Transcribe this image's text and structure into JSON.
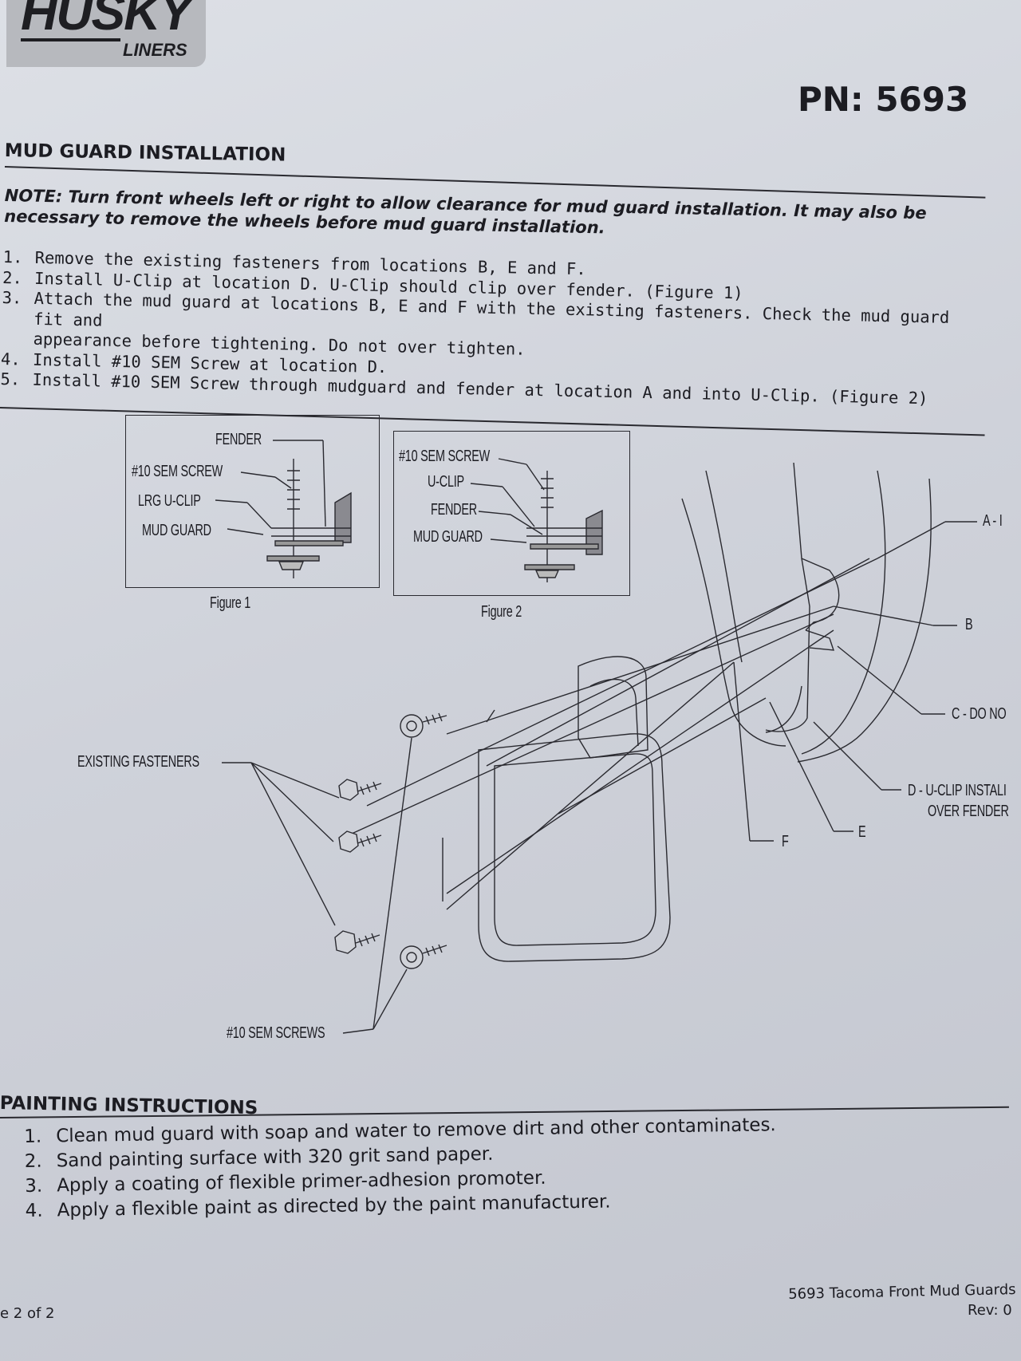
{
  "logo": {
    "main": "HUSKY",
    "sub": "LINERS"
  },
  "pn": "PN: 5693",
  "installation": {
    "title": "MUD GUARD INSTALLATION",
    "note_line1": "NOTE:  Turn front wheels left or right to allow clearance for mud guard installation.  It may also be",
    "note_line2": "necessary to remove the wheels before mud guard installation.",
    "steps": [
      {
        "num": "1.",
        "text": "Remove the existing fasteners from locations B, E and F."
      },
      {
        "num": "2.",
        "text": "Install U-Clip at location D.  U-Clip should clip over fender.  (Figure 1)"
      },
      {
        "num": "3.",
        "text": "Attach the mud guard at locations B, E and F with the existing fasteners. Check the mud guard fit and"
      },
      {
        "num": "",
        "text": "appearance before tightening.  Do not over tighten."
      },
      {
        "num": "4.",
        "text": "Install #10 SEM Screw at location D."
      },
      {
        "num": "5.",
        "text": "Install #10 SEM Screw through mudguard and fender at location A and into U-Clip. (Figure 2)"
      }
    ]
  },
  "figure1": {
    "caption": "Figure 1",
    "labels": [
      "FENDER",
      "#10 SEM SCREW",
      "LRG U-CLIP",
      "MUD GUARD"
    ]
  },
  "figure2": {
    "caption": "Figure 2",
    "labels": [
      "#10 SEM SCREW",
      "U-CLIP",
      "FENDER",
      "MUD GUARD"
    ]
  },
  "main_diagram": {
    "existing_fasteners": "EXISTING FASTENERS",
    "sem_screws": "#10 SEM SCREWS",
    "label_a": "A - I",
    "label_b": "B",
    "label_c": "C - DO NO",
    "label_d1": "D - U-CLIP INSTALI",
    "label_d2": "OVER FENDER",
    "label_e": "E",
    "label_f": "F"
  },
  "painting": {
    "title": "PAINTING INSTRUCTIONS",
    "steps": [
      {
        "num": "1.",
        "text": "Clean mud guard with soap and water to remove dirt and other contaminates."
      },
      {
        "num": "2.",
        "text": "Sand painting surface with 320 grit sand paper."
      },
      {
        "num": "3.",
        "text": "Apply a coating of flexible primer-adhesion promoter."
      },
      {
        "num": "4.",
        "text": "Apply a flexible paint as directed by the paint manufacturer."
      }
    ]
  },
  "footer": {
    "page": "e 2 of 2",
    "doc": "5693 Tacoma Front Mud Guards",
    "rev": "Rev: 0"
  }
}
